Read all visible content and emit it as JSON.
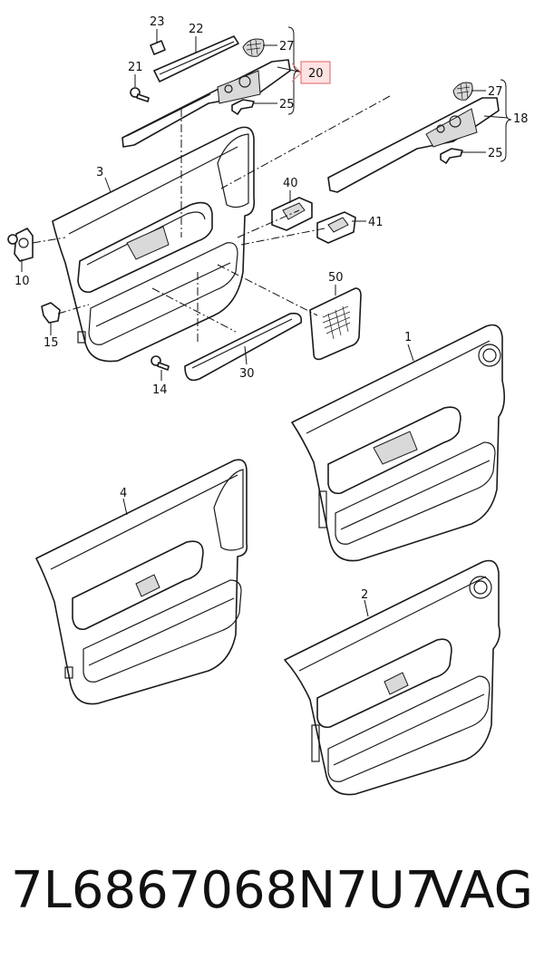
{
  "callouts": {
    "c23": "23",
    "c22": "22",
    "c27a": "27",
    "c20": "20",
    "c21": "21",
    "c25a": "25",
    "c27b": "27",
    "c18": "18",
    "c25b": "25",
    "c3": "3",
    "c40": "40",
    "c41": "41",
    "c10": "10",
    "c50": "50",
    "c15": "15",
    "c14": "14",
    "c30": "30",
    "c1": "1",
    "c4": "4",
    "c2": "2"
  },
  "highlighted_callout": "20",
  "colors": {
    "highlight_fill": "#fde3e3",
    "highlight_border": "#e57b7b",
    "line": "#1a1a1a"
  },
  "footer": {
    "part_number": "7L6867068N7U7",
    "brand": "VAG"
  }
}
